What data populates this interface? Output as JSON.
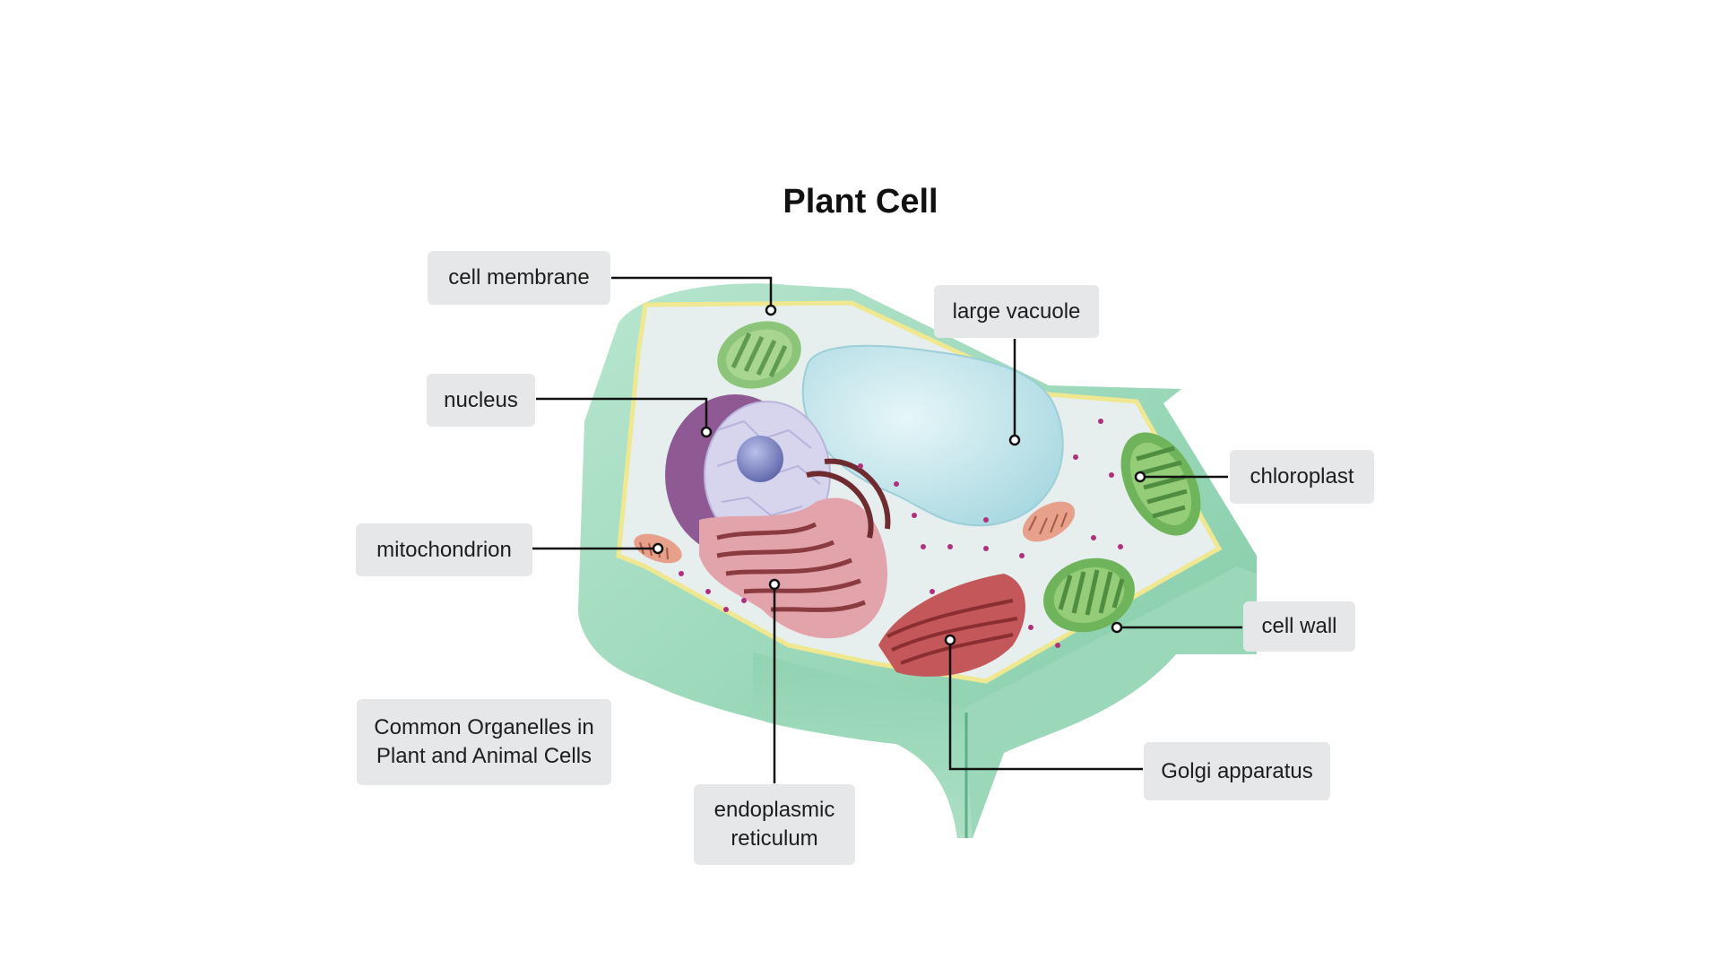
{
  "title": "Plant Cell",
  "labels": {
    "cell_membrane": "cell membrane",
    "nucleus": "nucleus",
    "mitochondrion": "mitochondrion",
    "large_vacuole": "large vacuole",
    "chloroplast": "chloroplast",
    "cell_wall": "cell wall",
    "golgi_apparatus": "Golgi apparatus",
    "endoplasmic_reticulum": "endoplasmic\nreticulum",
    "common_organelles": "Common Organelles in\nPlant and Animal Cells"
  },
  "colors": {
    "cell_wall": "#8fd3b0",
    "cytoplasm": "#e7eeee",
    "membrane": "#f2ec9a",
    "vacuole": "#bde4ea",
    "nucleus_envelope": "#8f5a93",
    "nucleoplasm": "#d9d6ef",
    "nucleolus": "#7d85c4",
    "er": "#d98d97",
    "golgi": "#c3575a",
    "chloroplast": "#7dc066",
    "mitochondrion": "#e7a08a",
    "ribosome": "#b0307e",
    "label_bg": "#e6e7e9",
    "leader": "#111111"
  }
}
